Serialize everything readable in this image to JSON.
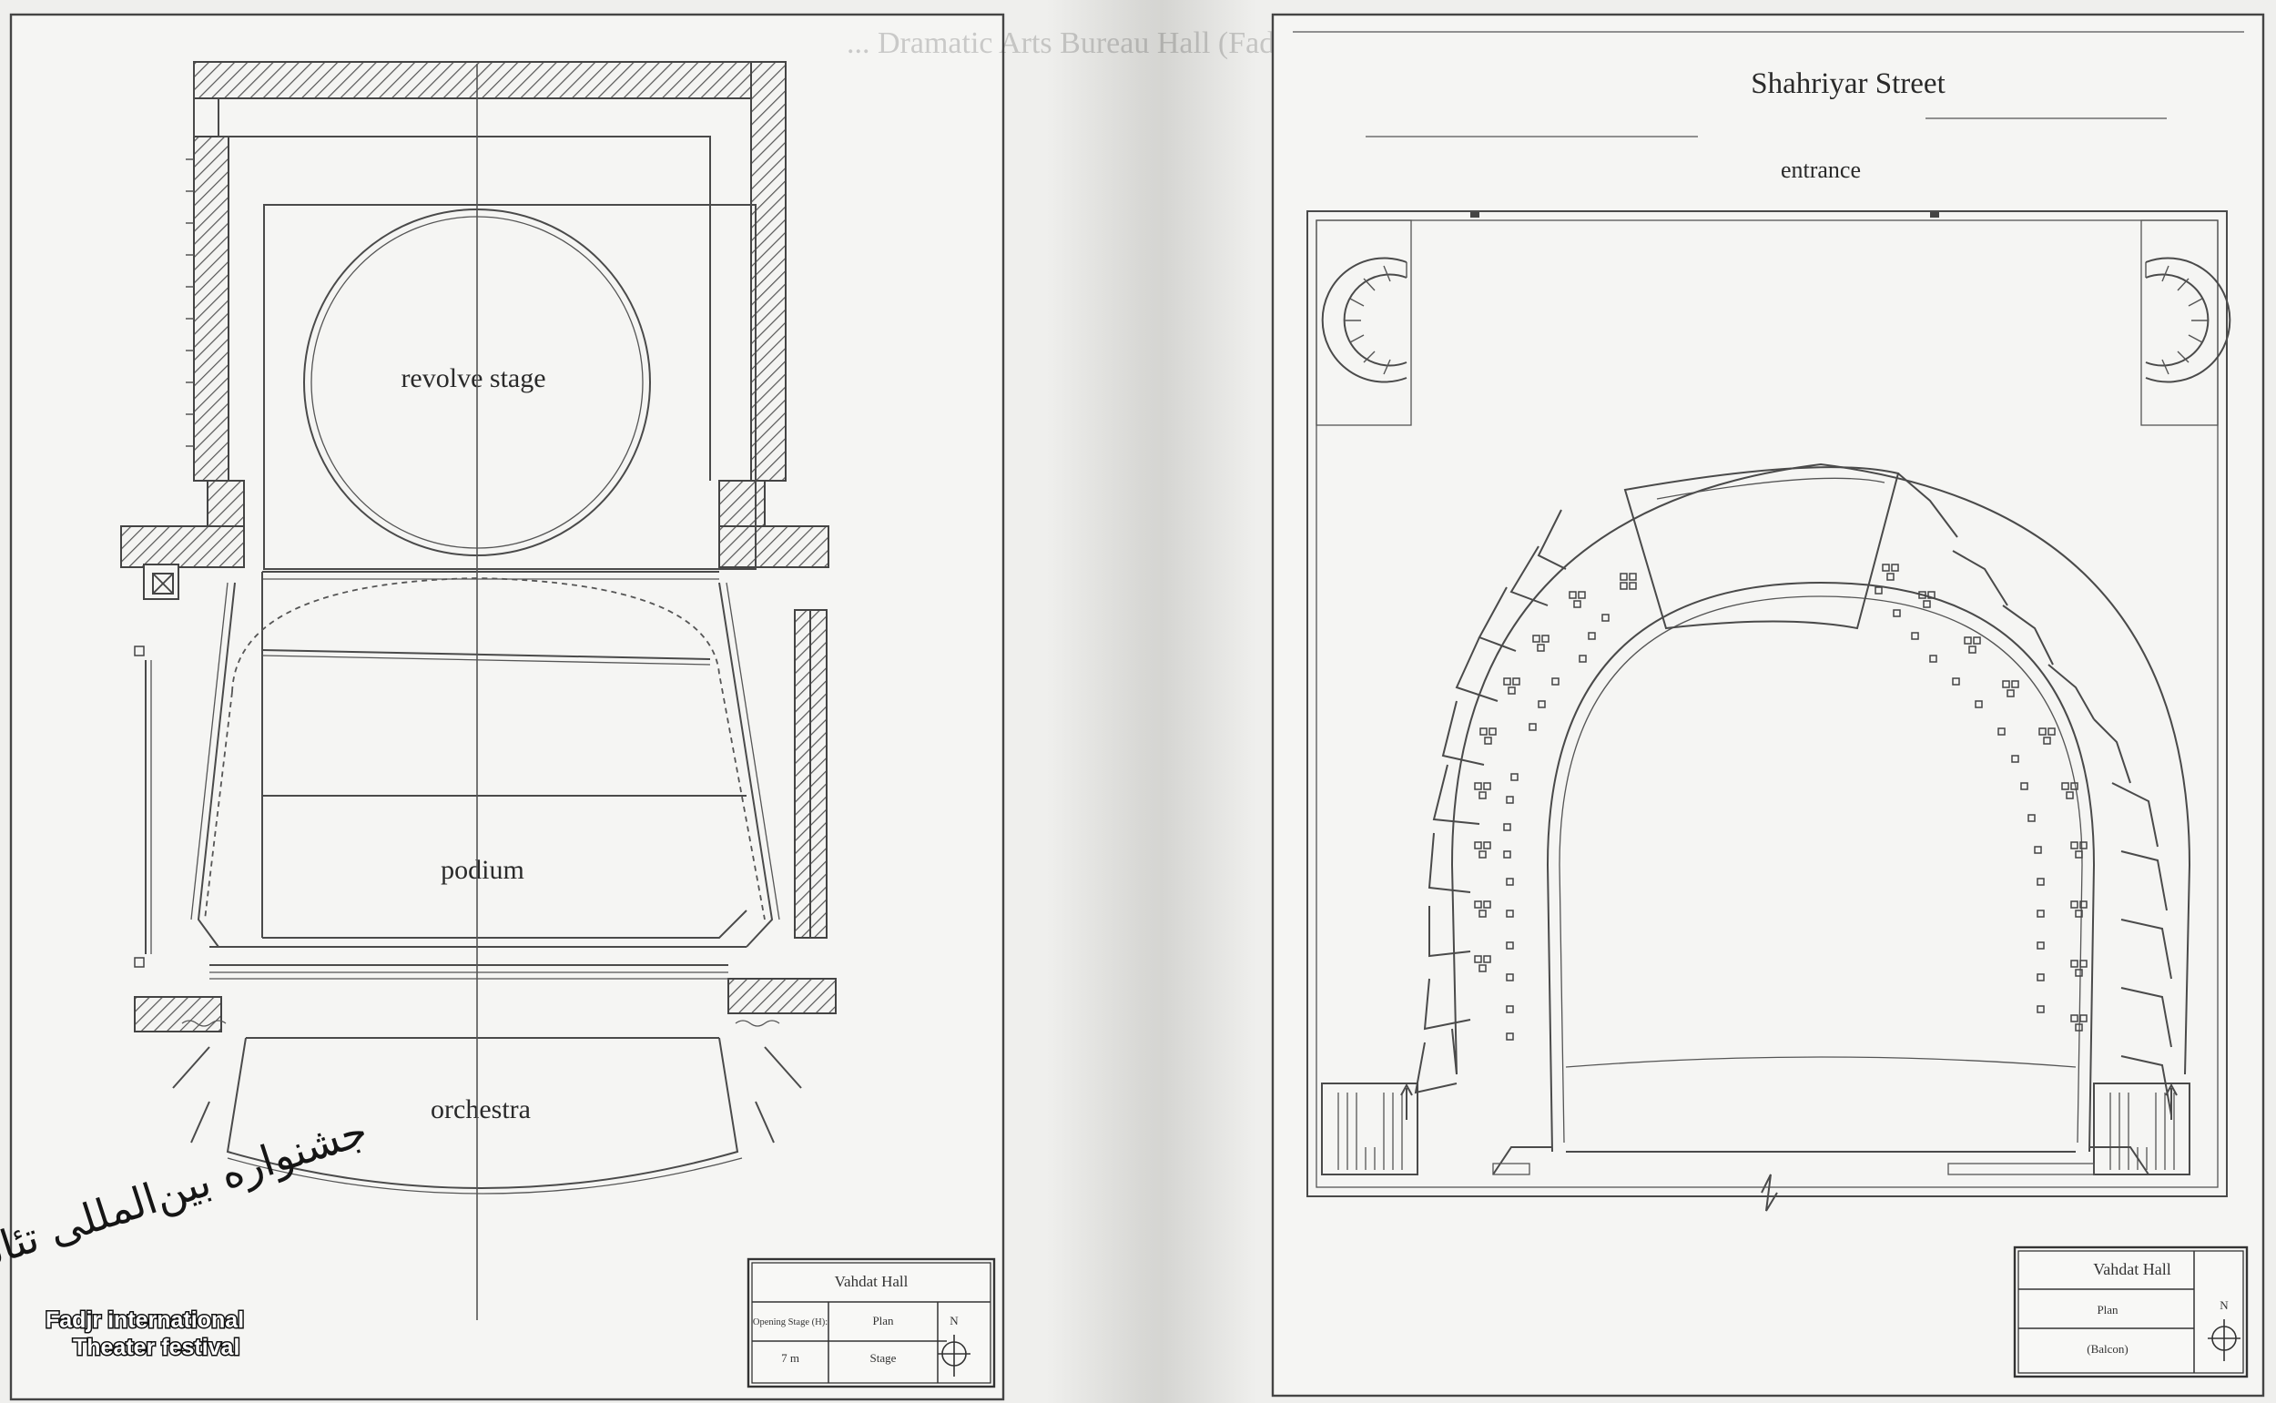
{
  "left_plan": {
    "labels": {
      "revolve": "revolve stage",
      "podium": "podium",
      "orchestra": "orchestra"
    },
    "titleblock": {
      "name": "Vahdat Hall",
      "col1_head": "Opening Stage (H):",
      "col2_head": "Plan",
      "col3_head": "N",
      "col1_val": "7 m",
      "col2_val": "Stage"
    },
    "bleed_text": "... Dramatic Arts Bureau Hall (Fadjr Theater..."
  },
  "right_plan": {
    "labels": {
      "street": "Shahriyar Street",
      "entrance": "entrance"
    },
    "titleblock": {
      "name": "Vahdat Hall",
      "row1": "Plan",
      "row2": "(Balcon)",
      "north": "N"
    }
  },
  "logo": {
    "script": "جشنواره بین‌المللی تئاتر فجر",
    "line1": "Fadjr international",
    "line2": "Theater festival"
  }
}
